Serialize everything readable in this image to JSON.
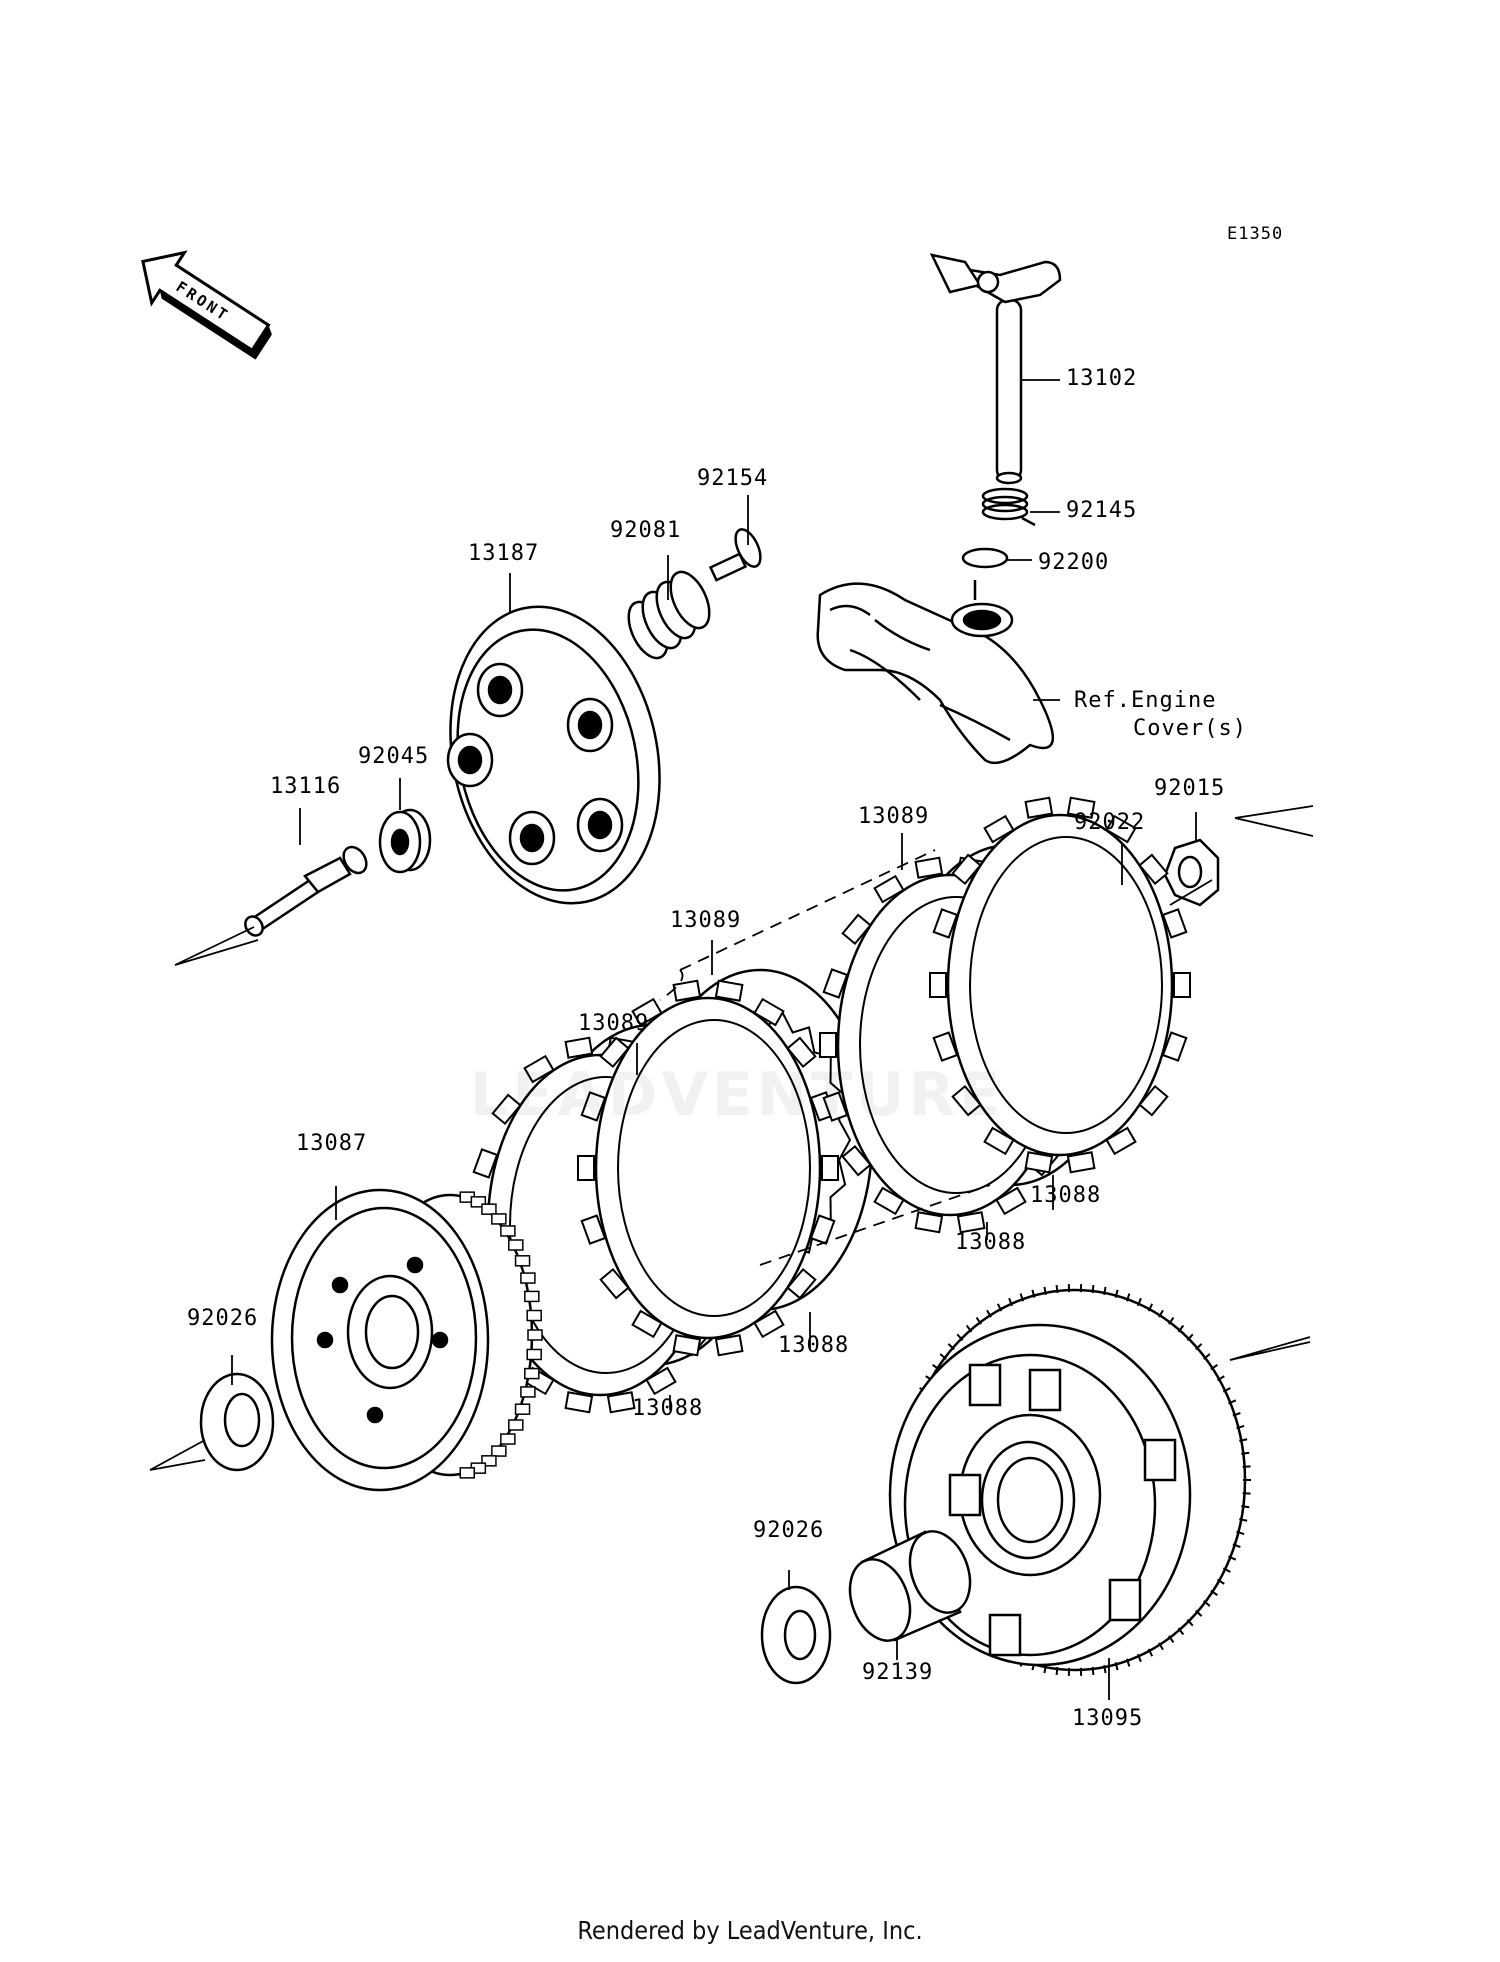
{
  "diagram_code": "E1350",
  "front_label": "FRONT",
  "footer": "Rendered by LeadVenture, Inc.",
  "watermark": "LEADVENTURE",
  "reference_note": [
    "Ref.Engine",
    "Cover(s)"
  ],
  "callouts": {
    "p13102": "13102",
    "p92145": "92145",
    "p92200": "92200",
    "p92154": "92154",
    "p92081": "92081",
    "p13187": "13187",
    "p92045": "92045",
    "p13116": "13116",
    "p92015": "92015",
    "p92022": "92022",
    "p13089a": "13089",
    "p13089b": "13089",
    "p13089c": "13089",
    "p13087": "13087",
    "p92026a": "92026",
    "p13088a": "13088",
    "p13088b": "13088",
    "p13088c": "13088",
    "p13088d": "13088",
    "p92026b": "92026",
    "p92139": "92139",
    "p13095": "13095"
  }
}
